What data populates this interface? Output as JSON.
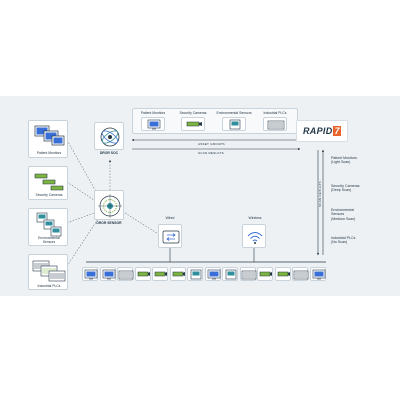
{
  "colors": {
    "panel_bg": "#eef1f4",
    "card_border": "#c9d3dc",
    "navy": "#243746",
    "teal": "#2f8f9d",
    "blue": "#3a6fd8",
    "green": "#7cb342",
    "gray_line": "#6b7b88",
    "brand_orange": "#e8642c"
  },
  "asset_types": [
    {
      "label": "Patient Monitors",
      "icon": "monitor-icon"
    },
    {
      "label": "Security Cameras",
      "icon": "camera-icon"
    },
    {
      "label": "Environmental Sensors",
      "icon": "sensor-icon"
    },
    {
      "label": "Industrial PLCs",
      "icon": "plc-icon"
    }
  ],
  "left_groups": {
    "patient": "Patient Monitors",
    "cameras": "Security Cameras",
    "env_line1": "Environmental",
    "env_line2": "Sensors",
    "plcs": "Industrial PLCs"
  },
  "soc": {
    "label": "DROR SOC",
    "icon": "settings-globe-icon"
  },
  "sensor": {
    "label": "DROR SENSOR",
    "icon": "radar-sensor-icon"
  },
  "wired": {
    "label": "Wired",
    "icon": "switch-arrows-icon"
  },
  "wireless": {
    "label": "Wireless",
    "icon": "wifi-icon"
  },
  "rapid7": {
    "logo_text": "RAPID",
    "logo_mark": "7"
  },
  "flows": {
    "asset_groups": "ASSET GROUPS",
    "scan_results": "SCAN RESULTS",
    "scan_results_vertical": "SCAN RESULTS"
  },
  "scan_profiles": [
    {
      "line1": "Patient Monitors",
      "line2": "(Light Scan)"
    },
    {
      "line1": "Security Cameras",
      "line2": "(Deep Scan)"
    },
    {
      "line1": "Environmental",
      "line2": "Sensors",
      "line3": "(Medium Scan)"
    },
    {
      "line1": "Industrial PLCs",
      "line2": "(No Scan)"
    }
  ],
  "network_devices": [
    "monitor-icon",
    "monitor-icon",
    "plc-icon",
    "camera-icon",
    "camera-icon",
    "camera-icon",
    "sensor-icon",
    "monitor-icon",
    "sensor-icon",
    "plc-icon",
    "camera-icon",
    "camera-icon",
    "plc-icon",
    "monitor-icon"
  ]
}
